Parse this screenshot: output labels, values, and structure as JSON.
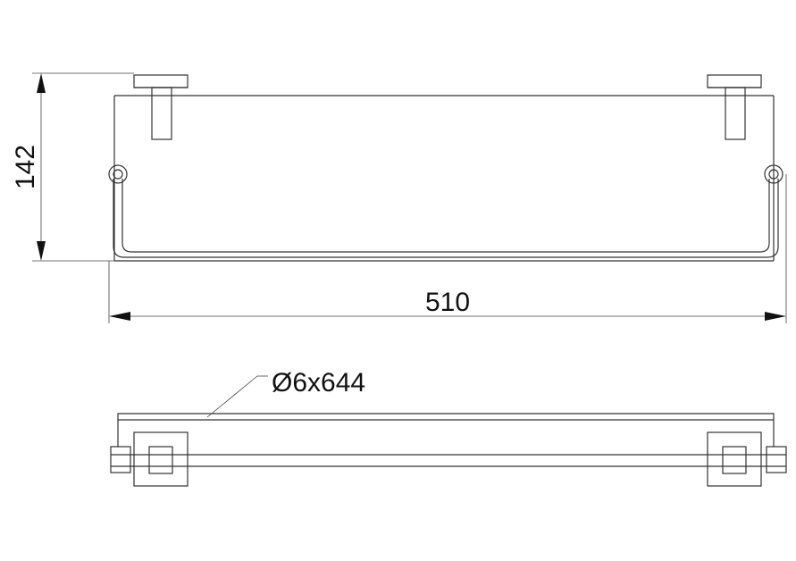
{
  "dimensions": {
    "height_label": "142",
    "width_label": "510",
    "rod_label": "Ø6x644"
  },
  "colors": {
    "line": "#333333",
    "text": "#111111",
    "background": "#ffffff"
  }
}
